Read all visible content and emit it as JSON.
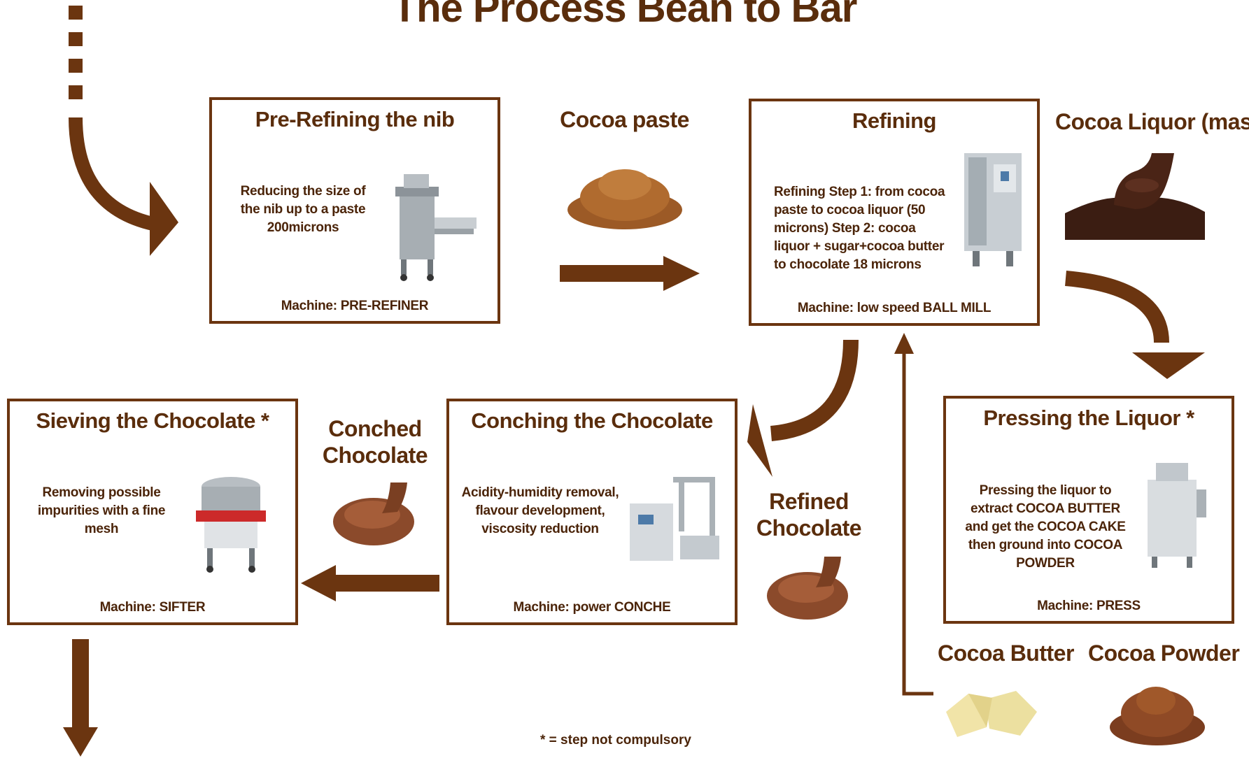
{
  "title": "The Process Bean to Bar",
  "steps": {
    "prerefining": {
      "title": "Pre-Refining the nib",
      "desc": "Reducing the size of the nib up to a paste 200microns",
      "machine": "Machine: PRE-REFINER"
    },
    "refining": {
      "title": "Refining",
      "desc": "Refining Step 1: from cocoa paste to cocoa liquor (50 microns) Step 2: cocoa liquor + sugar+cocoa butter to chocolate 18 microns",
      "machine": "Machine: low speed BALL MILL"
    },
    "pressing": {
      "title": "Pressing the Liquor *",
      "desc": "Pressing the liquor to extract COCOA BUTTER and get the COCOA CAKE then ground into COCOA POWDER",
      "machine": "Machine: PRESS"
    },
    "conching": {
      "title": "Conching the Chocolate",
      "desc": "Acidity-humidity removal, flavour development, viscosity reduction",
      "machine": "Machine: power CONCHE"
    },
    "sieving": {
      "title": "Sieving the Chocolate *",
      "desc": "Removing possible impurities with a fine mesh",
      "machine": "Machine: SIFTER"
    }
  },
  "products": {
    "cocoa_paste": "Cocoa paste",
    "cocoa_liquor": "Cocoa Liquor (mass)",
    "refined_line1": "Refined",
    "refined_line2": "Chocolate",
    "conched_line1": "Conched",
    "conched_line2": "Chocolate",
    "cocoa_butter": "Cocoa Butter",
    "cocoa_powder": "Cocoa Powder"
  },
  "footnote": "* = step not compulsory",
  "colors": {
    "arrow": "#6b3510",
    "border": "#6b3510",
    "text": "#5a2d0c",
    "powder": "#a0582a",
    "chocolate": "#8b4a2b",
    "butter": "#f1e4a8"
  }
}
